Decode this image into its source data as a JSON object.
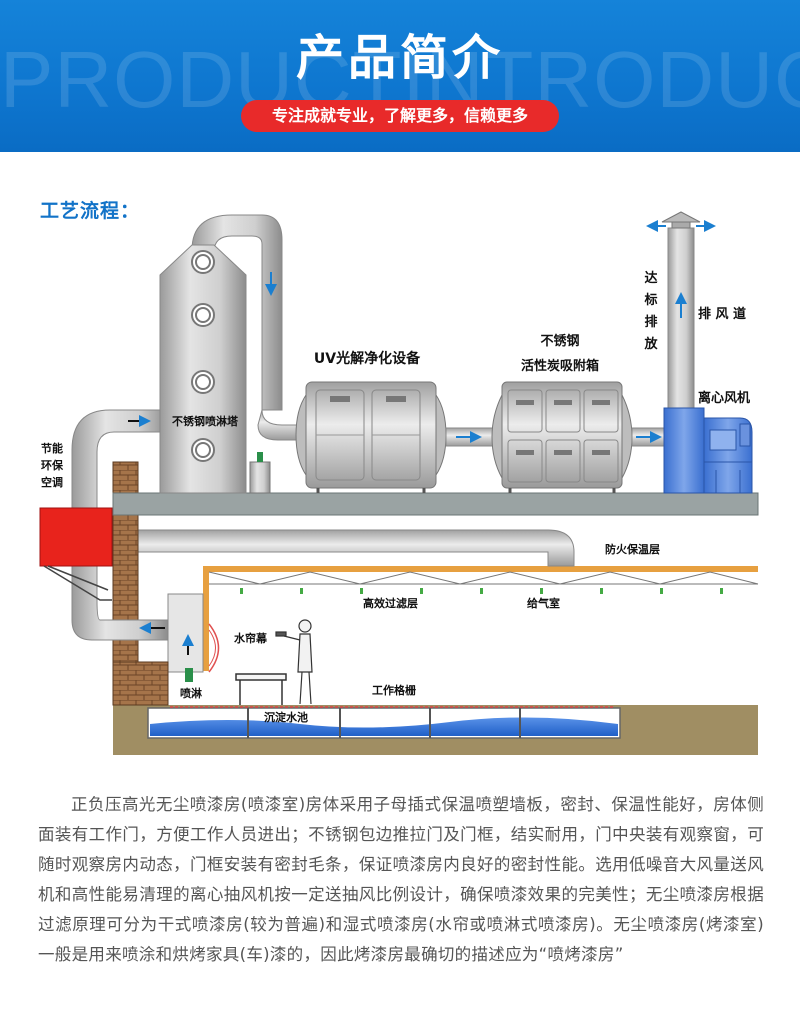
{
  "banner": {
    "title": "产品简介",
    "background_text": "PRODUCTINTRODUCTION",
    "tagline": "专注成就专业，了解更多，信赖更多"
  },
  "section": {
    "label": "工艺流程："
  },
  "diagram": {
    "labels": {
      "spray_tower": "不锈钢喷淋塔",
      "uv_device": "UV光解净化设备",
      "carbon_box_line1": "不锈钢",
      "carbon_box_line2": "活性炭吸附箱",
      "exhaust_duct": "排 风 道",
      "standard_1": "达",
      "standard_2": "标",
      "standard_3": "排",
      "standard_4": "放",
      "centrifugal_fan": "离心风机",
      "ac_1": "节能",
      "ac_2": "环保",
      "ac_3": "空调",
      "fire_insulation": "防火保温层",
      "hepa_filter": "高效过滤层",
      "air_supply": "给气室",
      "water_curtain": "水帘幕",
      "spray": "喷淋",
      "work_grille": "工作格栅",
      "sedimentation_pool": "沉淀水池"
    },
    "colors": {
      "steel": "#c9c9c9",
      "fan_blue": "#4a7fd6",
      "ac_red": "#e8231c",
      "floor": "#9e8c63",
      "water": "#2f6fd6",
      "brick": "#9a6a3d",
      "arrow": "#1b7fd0",
      "orange_beam": "#e7a040"
    }
  },
  "description": "正负压高光无尘喷漆房(喷漆室)房体采用子母插式保温喷塑墙板，密封、保温性能好，房体侧面装有工作门，方便工作人员进出；不锈钢包边推拉门及门框，结实耐用，门中央装有观察窗，可随时观察房内动态，门框安装有密封毛条，保证喷漆房内良好的密封性能。选用低噪音大风量送风机和高性能易清理的离心抽风机按一定送抽风比例设计，确保喷漆效果的完美性；无尘喷漆房根据过滤原理可分为干式喷漆房(较为普遍)和湿式喷漆房(水帘或喷淋式喷漆房)。无尘喷漆房(烤漆室)一般是用来喷涂和烘烤家具(车)漆的，因此烤漆房最确切的描述应为“喷烤漆房”"
}
